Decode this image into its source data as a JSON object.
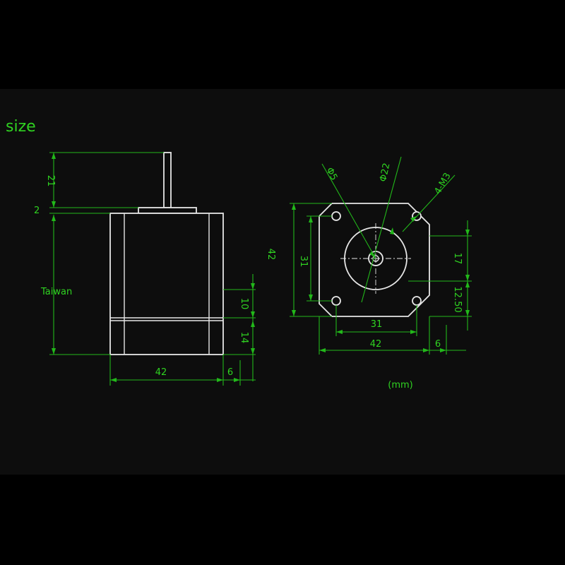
{
  "title": "size",
  "units": "(mm)",
  "side_view": {
    "label": "Taiwan",
    "shaft_length": "21",
    "flange_thickness": "2",
    "body_upper": "10",
    "body_lower": "14",
    "width": "42",
    "offset": "6"
  },
  "front_view": {
    "height": "42",
    "hole_spacing_vertical": "31",
    "shaft_dia": "Φ5",
    "boss_dia": "Φ22",
    "holes": "4-M3",
    "upper_right": "17",
    "lower_right": "12.50",
    "hole_spacing_horizontal": "31",
    "width": "42",
    "offset": "6"
  },
  "colors": {
    "dimension": "#2fd321",
    "outline": "#e6e6e6",
    "background": "#0d0d0d"
  }
}
